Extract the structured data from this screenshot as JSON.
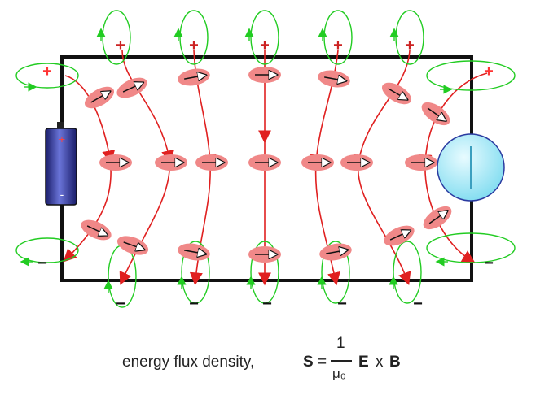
{
  "diagram": {
    "caption": {
      "text": "energy flux density,",
      "symbol_s": "S",
      "equals": "=",
      "frac_numerator": "1",
      "frac_denominator": "μ₀",
      "symbol_e": "E",
      "times": "x",
      "symbol_b": "B"
    },
    "battery_plus": "+",
    "battery_minus": "-",
    "plus_sign": "+",
    "minus_sign": "−",
    "colors": {
      "wire": "#111111",
      "e_field": "#e02020",
      "b_field": "#22cc22",
      "poynting_blob": "#f08888",
      "bulb": "#a8ecf7",
      "battery": "#2a2f8a"
    }
  }
}
